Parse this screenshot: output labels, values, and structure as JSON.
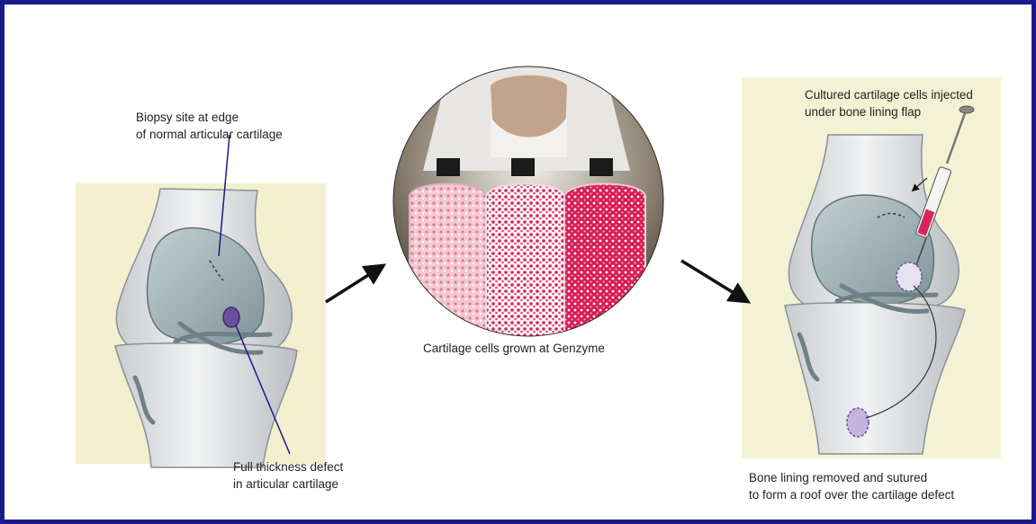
{
  "labels": {
    "biopsy_site": [
      "Biopsy site at edge",
      "of normal articular cartilage"
    ],
    "full_thickness": [
      "Full thickness defect",
      "in articular cartilage"
    ],
    "cells_grown": "Cartilage cells grown at Genzyme",
    "injected": [
      "Cultured cartilage cells injected",
      "under bone lining flap"
    ],
    "bone_lining": [
      "Bone lining removed and sutured",
      "to form a roof over the cartilage defect"
    ]
  },
  "colors": {
    "frame_border": "#1a1a8c",
    "panel_bg": "#f3efcf",
    "bone": "#e4e6e8",
    "cartilage": "#9fb3b6",
    "defect": "#6a4f9e",
    "flask_pink": "#d8245a",
    "pointer_line": "#1a1a8c"
  }
}
